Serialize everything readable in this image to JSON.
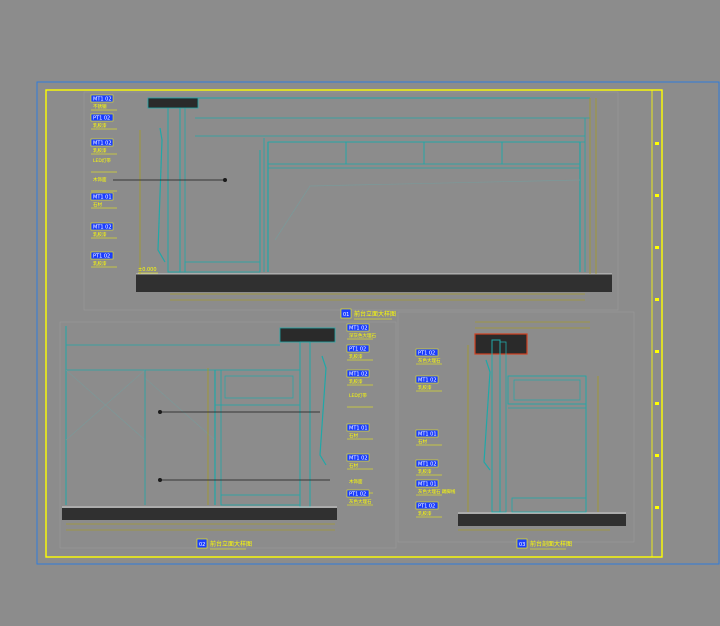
{
  "colors": {
    "background": "#8c8c8c",
    "sheet_border": "#2f7ddc",
    "frame": "#ffff00",
    "cad_line": "#20a8a8",
    "dimension": "#b0a000",
    "tag_fill": "#1a3cff",
    "floor_hatch": "#303030",
    "callout": "#1a1a1a",
    "highlight": "#d04020"
  },
  "drawings": [
    {
      "key": "top",
      "title_num": "01",
      "title_text": "前台立面大样图"
    },
    {
      "key": "bottom_left",
      "title_num": "02",
      "title_text": "前台立面大样图"
    },
    {
      "key": "bottom_right",
      "title_num": "03",
      "title_text": "前台剖面大样图"
    }
  ],
  "tags_top": [
    {
      "code": "MT1 02",
      "sub": "不锈钢"
    },
    {
      "code": "PT1 02",
      "sub": "乳胶漆"
    },
    {
      "code": "MT1 02",
      "sub": "乳胶漆"
    },
    {
      "code": "",
      "sub": "LED灯带"
    },
    {
      "code": "",
      "sub": "木饰面"
    },
    {
      "code": "MT1 01",
      "sub": "石材"
    },
    {
      "code": "MT1 02",
      "sub": "乳胶漆"
    },
    {
      "code": "PT1 02",
      "sub": "乳胶漆"
    }
  ],
  "level_mark": "±0.000",
  "tags_bottom_left": [
    {
      "code": "MT1 02",
      "sub": "深灰色大理石"
    },
    {
      "code": "PT1 02",
      "sub": "乳胶漆"
    },
    {
      "code": "MT1 02",
      "sub": "乳胶漆"
    },
    {
      "code": "",
      "sub": "LED灯带"
    },
    {
      "code": "MT1 01",
      "sub": "石材"
    },
    {
      "code": "MT1 02",
      "sub": "石材"
    },
    {
      "code": "",
      "sub": "木饰面"
    },
    {
      "code": "PT1 02",
      "sub": "灰色大理石"
    }
  ],
  "tags_bottom_right": [
    {
      "code": "PT1 02",
      "sub": "灰色大理石"
    },
    {
      "code": "MT1 02",
      "sub": "乳胶漆"
    },
    {
      "code": "MT1 01",
      "sub": "石材"
    },
    {
      "code": "MT1 02",
      "sub": "乳胶漆"
    },
    {
      "code": "MT1 01",
      "sub": "灰色大理石 踢脚线"
    },
    {
      "code": "PT1 02",
      "sub": "乳胶漆"
    }
  ]
}
